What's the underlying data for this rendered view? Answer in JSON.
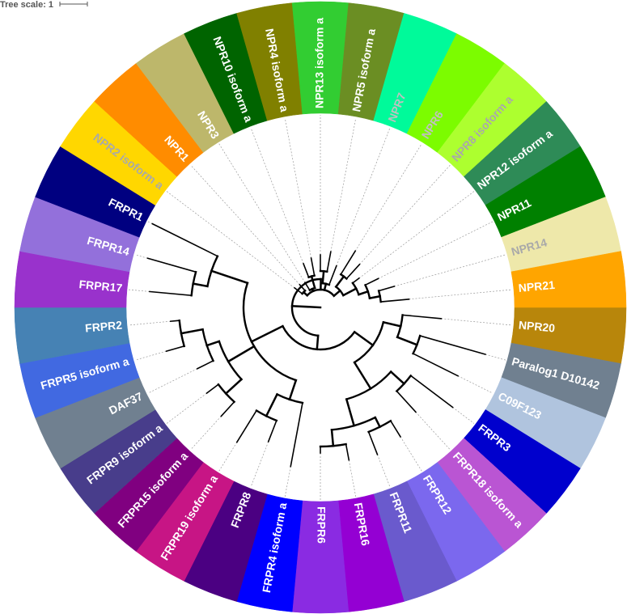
{
  "tree_scale": {
    "label": "Tree scale: 1"
  },
  "leaves": [
    {
      "name": "NPR20",
      "color": "#b8860b",
      "text_color": "#ffffff"
    },
    {
      "name": "Paralog1 D10142",
      "color": "#708090",
      "text_color": "#ffffff"
    },
    {
      "name": "C09F123",
      "color": "#b0c4de",
      "text_color": "#ffffff"
    },
    {
      "name": "FRPR3",
      "color": "#0000cd",
      "text_color": "#ffffff"
    },
    {
      "name": "FRPR18 isoform a",
      "color": "#ba55d3",
      "text_color": "#ffffff"
    },
    {
      "name": "FRPR12",
      "color": "#7b68ee",
      "text_color": "#ffffff"
    },
    {
      "name": "FRPR11",
      "color": "#6a5acd",
      "text_color": "#ffffff"
    },
    {
      "name": "FRPR16",
      "color": "#9400d3",
      "text_color": "#ffffff"
    },
    {
      "name": "FRPR6",
      "color": "#8a2be2",
      "text_color": "#ffffff"
    },
    {
      "name": "FRPR4 isoform a",
      "color": "#0000ff",
      "text_color": "#ffffff"
    },
    {
      "name": "FRPR8",
      "color": "#4b0082",
      "text_color": "#ffffff"
    },
    {
      "name": "FRPR19 isoform a",
      "color": "#c71585",
      "text_color": "#ffffff"
    },
    {
      "name": "FRPR15 isoform a",
      "color": "#800080",
      "text_color": "#ffffff"
    },
    {
      "name": "FRPR9 isoform a",
      "color": "#483d8b",
      "text_color": "#ffffff"
    },
    {
      "name": "DAF37",
      "color": "#708090",
      "text_color": "#ffffff"
    },
    {
      "name": "FRPR5 isoform a",
      "color": "#4169e1",
      "text_color": "#ffffff"
    },
    {
      "name": "FRPR2",
      "color": "#4682b4",
      "text_color": "#ffffff"
    },
    {
      "name": "FRPR17",
      "color": "#9932cc",
      "text_color": "#ffffff"
    },
    {
      "name": "FRPR14",
      "color": "#9370db",
      "text_color": "#ffffff"
    },
    {
      "name": "FRPR1",
      "color": "#000080",
      "text_color": "#ffffff"
    },
    {
      "name": "NPR2 isoform a",
      "color": "#ffd700",
      "text_color": "#a9a9a9"
    },
    {
      "name": "NPR1",
      "color": "#ff8c00",
      "text_color": "#ffffff"
    },
    {
      "name": "NPR3",
      "color": "#bdb76b",
      "text_color": "#ffffff"
    },
    {
      "name": "NPR10 isoform a",
      "color": "#006400",
      "text_color": "#ffffff"
    },
    {
      "name": "NPR4 isoform a",
      "color": "#808000",
      "text_color": "#ffffff"
    },
    {
      "name": "NPR13 isoform a",
      "color": "#32cd32",
      "text_color": "#ffffff"
    },
    {
      "name": "NPR5 isoform a",
      "color": "#6b8e23",
      "text_color": "#ffffff"
    },
    {
      "name": "NPR7",
      "color": "#00fa9a",
      "text_color": "#c0c0c0"
    },
    {
      "name": "NPR6",
      "color": "#7cfc00",
      "text_color": "#c0c0c0"
    },
    {
      "name": "NPR8 isoform a",
      "color": "#adff2f",
      "text_color": "#a9a9a9"
    },
    {
      "name": "NPR12 isoform a",
      "color": "#2e8b57",
      "text_color": "#ffffff"
    },
    {
      "name": "NPR11",
      "color": "#008000",
      "text_color": "#ffffff"
    },
    {
      "name": "NPR14",
      "color": "#eee8aa",
      "text_color": "#a9a9a9"
    },
    {
      "name": "NPR21",
      "color": "#ffa500",
      "text_color": "#ffffff"
    }
  ]
}
